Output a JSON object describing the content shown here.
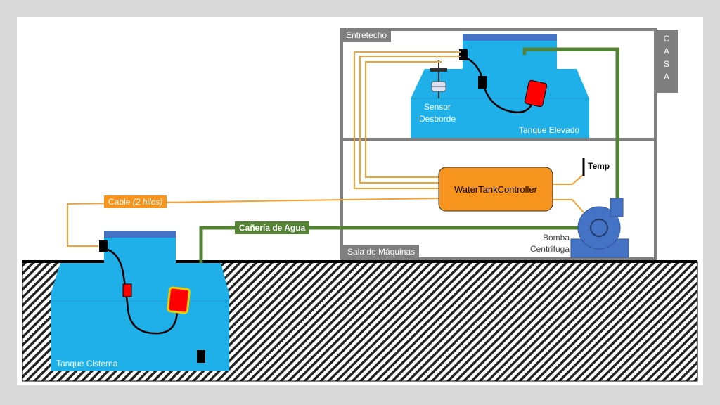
{
  "labels": {
    "attic": "Entretecho",
    "house_letters": [
      "C",
      "A",
      "S",
      "A"
    ],
    "overflow_sensor": "Sensor\nDesborde",
    "elevated_tank": "Tanque Elevado",
    "temp": "Temp",
    "controller": "WaterTankController",
    "cable": "Cable",
    "cable_detail": "(2 hilos)",
    "water_pipe": "Cañería de Agua",
    "pump": "Bomba\nCentrífuga",
    "machine_room": "Sala de Máquinas",
    "cistern_tank": "Tanque Cisterna"
  },
  "colors": {
    "background": "#d9d9d9",
    "canvas": "#ffffff",
    "tank": "#1fb0ea",
    "tank_lid": "#4472c4",
    "cable": "#f7a030",
    "pipe": "#548235",
    "controller": "#f7941d",
    "house": "#7f7f7f",
    "float": "#ff0000",
    "pump": "#4472c4"
  }
}
